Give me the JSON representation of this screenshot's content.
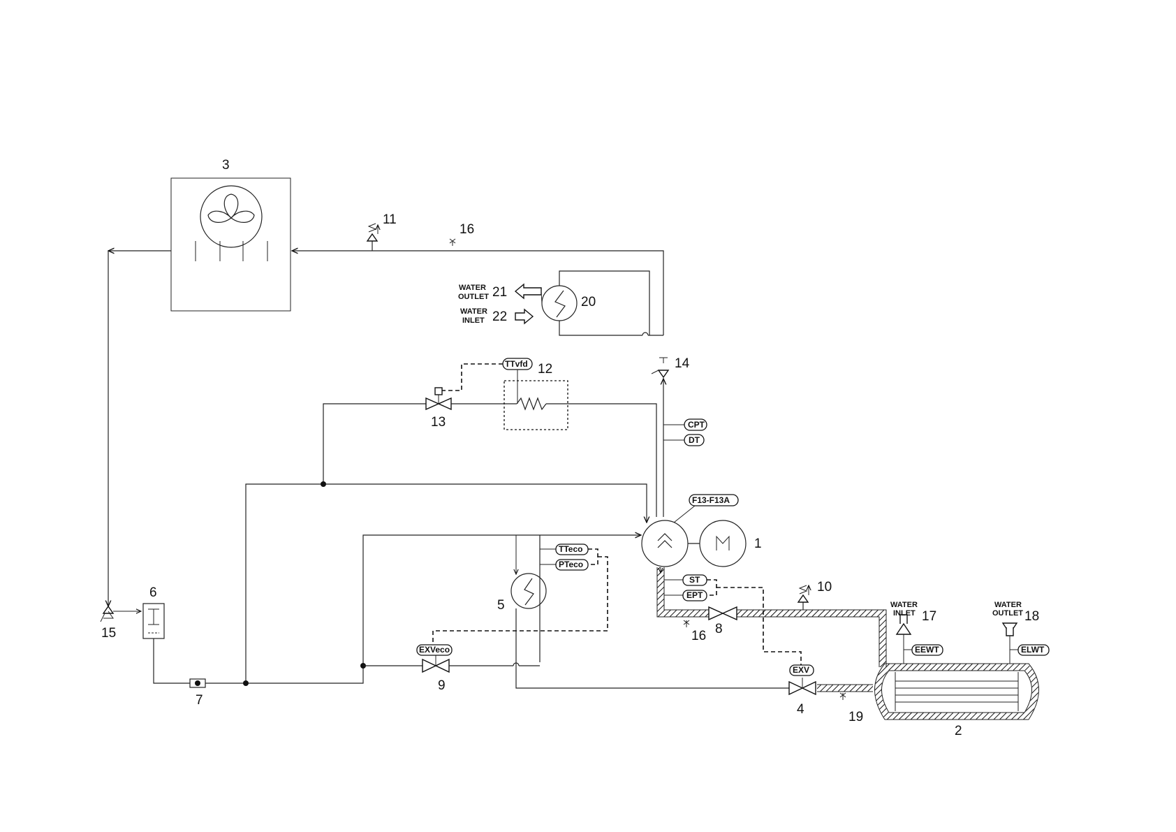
{
  "labels": {
    "n1": "1",
    "n2": "2",
    "n3": "3",
    "n4": "4",
    "n5": "5",
    "n6": "6",
    "n7": "7",
    "n8": "8",
    "n9": "9",
    "n10": "10",
    "n11": "11",
    "n12": "12",
    "n13": "13",
    "n14": "14",
    "n15": "15",
    "n16a": "16",
    "n16b": "16",
    "n17": "17",
    "n18": "18",
    "n19": "19",
    "n20": "20",
    "n21": "21",
    "n22": "22"
  },
  "sensors": {
    "ttvfd": "TTvfd",
    "cpt": "CPT",
    "dt": "DT",
    "f13": "F13-F13A",
    "tteco": "TTeco",
    "pteco": "PTeco",
    "st": "ST",
    "ept": "EPT",
    "exveco": "EXVeco",
    "exv": "EXV",
    "eewt": "EEWT",
    "elwt": "ELWT"
  },
  "water": {
    "outlet_top_1": "WATER",
    "outlet_top_2": "OUTLET",
    "inlet_top_1": "WATER",
    "inlet_top_2": "INLET",
    "evap_inlet_1": "WATER",
    "evap_inlet_2": "INLET",
    "evap_outlet_1": "WATER",
    "evap_outlet_2": "OUTLET"
  },
  "motor_letter": "M",
  "colors": {
    "line": "#222222",
    "background": "#ffffff"
  }
}
